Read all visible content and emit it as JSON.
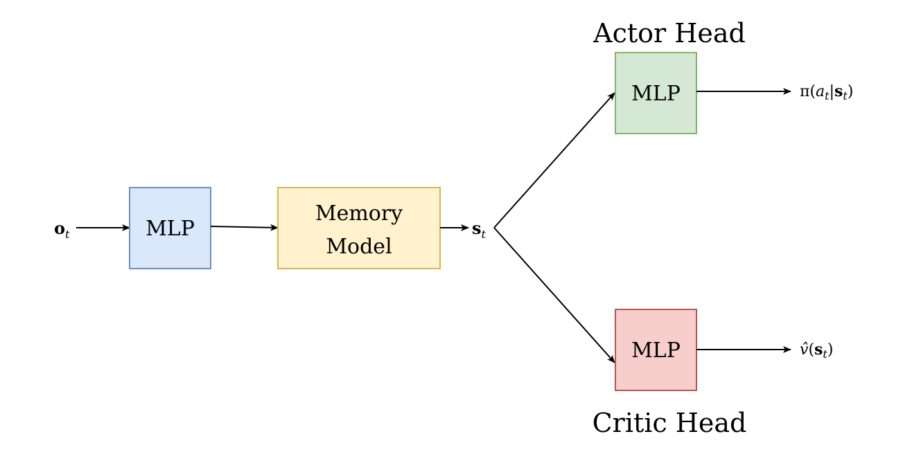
{
  "blocks": {
    "input_mlp": {
      "label": "MLP",
      "fill": "#dae8fc",
      "stroke": "#6c8ebf"
    },
    "memory_model": {
      "label_line1": "Memory",
      "label_line2": "Model",
      "fill": "#fff2cc",
      "stroke": "#d6b656"
    },
    "actor_mlp": {
      "label": "MLP",
      "fill": "#d5e8d4",
      "stroke": "#82b366"
    },
    "critic_mlp": {
      "label": "MLP",
      "fill": "#f8cecc",
      "stroke": "#b85450"
    }
  },
  "heads": {
    "actor_title": "Actor Head",
    "critic_title": "Critic Head"
  },
  "variables": {
    "observation": {
      "symbol": "o",
      "subscript": "t"
    },
    "state": {
      "symbol": "s",
      "subscript": "t"
    },
    "policy": {
      "prefix": "π(",
      "action": "a",
      "action_sub": "t",
      "sep": "|",
      "state": "s",
      "state_sub": "t",
      "suffix": ")"
    },
    "value": {
      "hat": "v̂",
      "open": "(",
      "state": "s",
      "state_sub": "t",
      "close": ")"
    }
  },
  "colors": {
    "arrow": "#000000"
  }
}
